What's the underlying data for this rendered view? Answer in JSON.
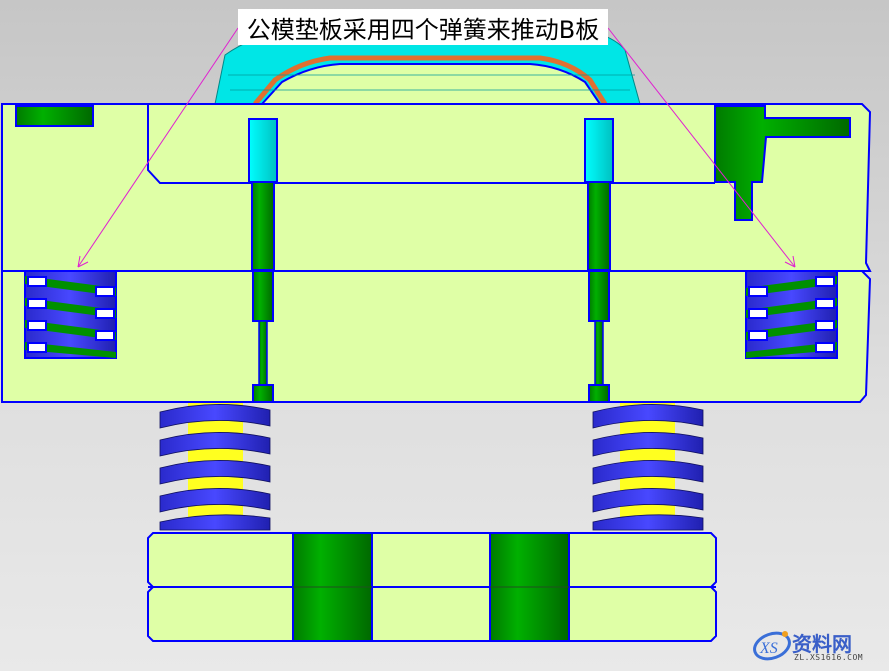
{
  "annotation": {
    "callout_text": "公模垫板采用四个弹簧来推动B板",
    "arrow_color": "#e020d0"
  },
  "watermark": {
    "logo_letters": "XS",
    "site_name": "资料网",
    "url": "ZL.XS1616.COM"
  },
  "colors": {
    "plate_fill": "#dfffa6",
    "outline_blue": "#0000ff",
    "pin_green": "#009000",
    "spring_blue": "#3a3aff",
    "spring_core_yellow": "#ffff20",
    "cavity_cyan": "#00e8e8",
    "insert_orange": "#e07030",
    "background_gray": "#d4d4d4"
  },
  "components": {
    "plates": [
      "core-insert-top",
      "b-plate",
      "support-plate",
      "spacer-blocks"
    ],
    "springs_in_plate": 2,
    "springs_between_plates": 2,
    "guide_pins": 2,
    "return_pins": 2
  }
}
